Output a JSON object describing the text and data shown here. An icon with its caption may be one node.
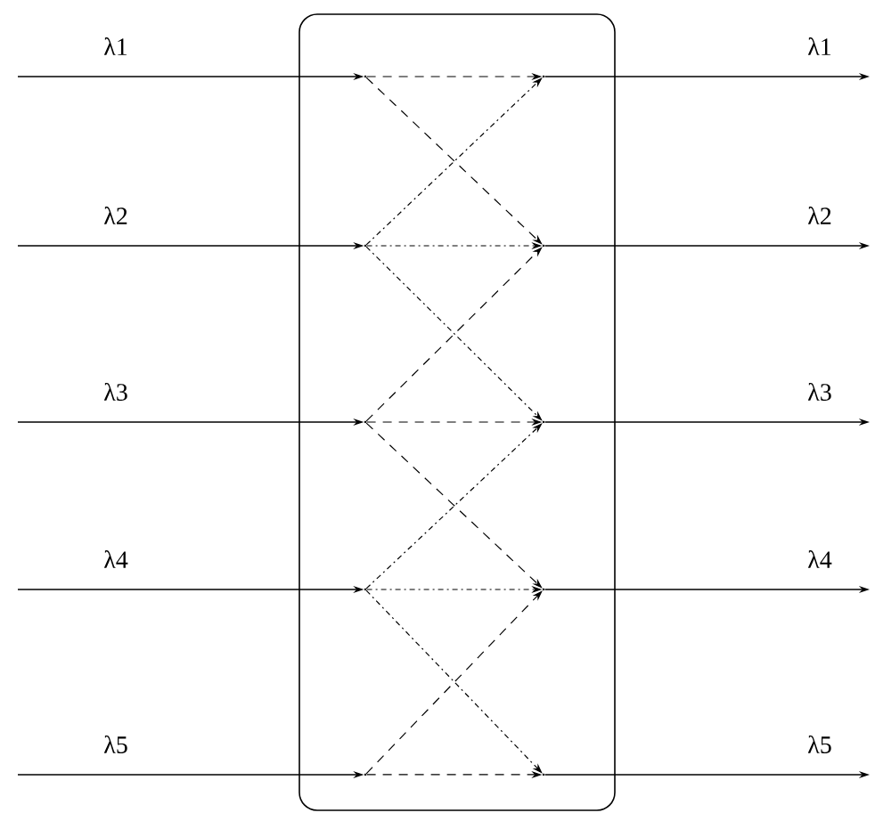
{
  "diagram": {
    "nodes": [
      {
        "text": [],
        "shape": "box"
      },
      {
        "text": [],
        "shape": "point",
        "in": 0
      },
      {
        "text": [],
        "shape": "point",
        "in": 0
      },
      {
        "text": [],
        "shape": "point",
        "in": 0
      },
      {
        "text": [],
        "shape": "point",
        "in": 0
      },
      {
        "text": [],
        "shape": "point",
        "in": 0
      },
      {
        "text": [],
        "shape": "point",
        "in": 0
      },
      {
        "text": [],
        "shape": "point",
        "in": 0
      },
      {
        "text": [],
        "shape": "point",
        "in": 0
      },
      {
        "text": [],
        "shape": "point",
        "in": 0
      },
      {
        "text": [],
        "shape": "point",
        "in": 0
      }
    ],
    "edges": [
      {
        "from": null,
        "to": 1,
        "arrow": "to",
        "label": "λ1"
      },
      {
        "from": null,
        "to": 2,
        "arrow": "to",
        "label": "λ2"
      },
      {
        "from": null,
        "to": 3,
        "arrow": "to",
        "label": "λ3"
      },
      {
        "from": null,
        "to": 4,
        "arrow": "to",
        "label": "λ4"
      },
      {
        "from": null,
        "to": 5,
        "arrow": "to",
        "label": "λ5"
      },
      {
        "from": 6,
        "to": null,
        "arrow": "to",
        "label": "λ1"
      },
      {
        "from": 7,
        "to": null,
        "arrow": "to",
        "label": "λ2"
      },
      {
        "from": 8,
        "to": null,
        "arrow": "to",
        "label": "λ3"
      },
      {
        "from": 9,
        "to": null,
        "arrow": "to",
        "label": "λ4"
      },
      {
        "from": 10,
        "to": null,
        "arrow": "to",
        "label": "λ5"
      },
      {
        "from": 1,
        "to": 6,
        "arrow": "to",
        "style": "dashed"
      },
      {
        "from": 1,
        "to": 7,
        "arrow": "to",
        "style": "dashed"
      },
      {
        "from": 2,
        "to": 6,
        "arrow": "to",
        "style": "dashed"
      },
      {
        "from": 2,
        "to": 7,
        "arrow": "to",
        "style": "dashed"
      },
      {
        "from": 2,
        "to": 8,
        "arrow": "to",
        "style": "dashed"
      },
      {
        "from": 3,
        "to": 7,
        "arrow": "to",
        "style": "dashed"
      },
      {
        "from": 3,
        "to": 8,
        "arrow": "to",
        "style": "dashed"
      },
      {
        "from": 3,
        "to": 9,
        "arrow": "to",
        "style": "dashed"
      },
      {
        "from": 4,
        "to": 8,
        "arrow": "to",
        "style": "dashed"
      },
      {
        "from": 4,
        "to": 9,
        "arrow": "to",
        "style": "dashed"
      },
      {
        "from": 4,
        "to": 10,
        "arrow": "to",
        "style": "dashed"
      },
      {
        "from": 5,
        "to": 9,
        "arrow": "to",
        "style": "dashed"
      },
      {
        "from": 5,
        "to": 10,
        "arrow": "to",
        "style": "dashed"
      }
    ]
  }
}
